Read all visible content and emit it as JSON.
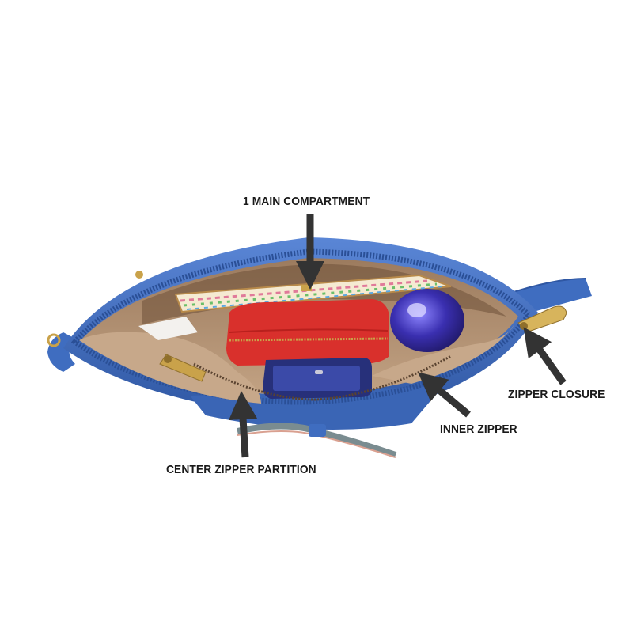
{
  "callouts": {
    "main_compartment": "1 MAIN COMPARTMENT",
    "zipper_closure": "ZIPPER CLOSURE",
    "inner_zipper": "INNER ZIPPER",
    "center_zipper_partition": "CENTER ZIPPER PARTITION"
  },
  "colors": {
    "bag_blue": "#3f6dc0",
    "bag_blue_dark": "#2f57a3",
    "lining_tan": "#b08e6f",
    "zipper_gold": "#c9a24a",
    "pouch_red": "#d9302c",
    "arrow_gray": "#333333"
  }
}
